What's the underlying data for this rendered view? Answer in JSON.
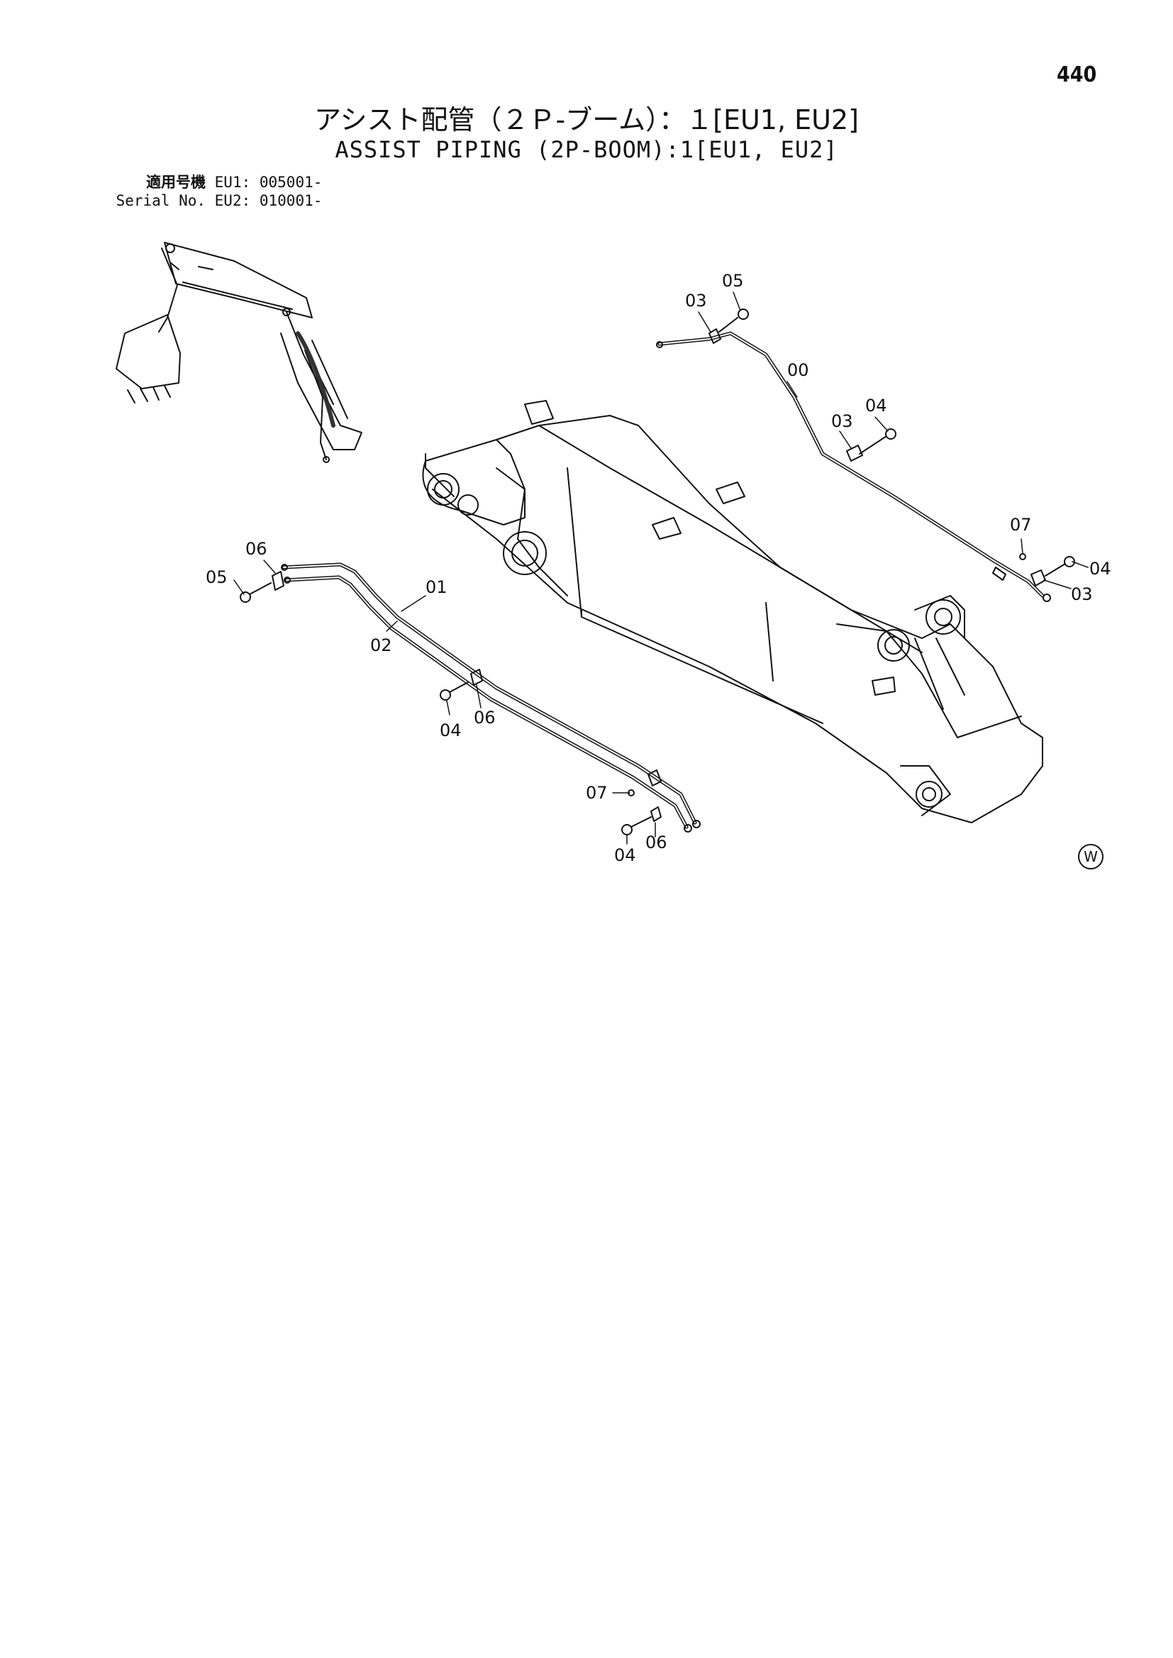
{
  "page_number": "440",
  "title_jp": "アシスト配管（２Ｐ-ブーム）：１[EU1, EU2]",
  "title_en": "ASSIST PIPING (2P-BOOM):1[EU1, EU2]",
  "serial": {
    "label_jp": "適用号機",
    "label_en": "Serial No.",
    "eu1": "EU1: 005001-",
    "eu2": "EU2: 010001-"
  },
  "callouts": {
    "c05_top": "05",
    "c03_top": "03",
    "c00": "00",
    "c04_mid": "04",
    "c03_mid": "03",
    "c07_right": "07",
    "c04_right": "04",
    "c03_right": "03",
    "c06_left": "06",
    "c05_left": "05",
    "c01": "01",
    "c02": "02",
    "c04_lower": "04",
    "c06_lower": "06",
    "c07_bottom": "07",
    "c04_bottom": "04",
    "c06_bottom": "06"
  },
  "watermark": "W"
}
